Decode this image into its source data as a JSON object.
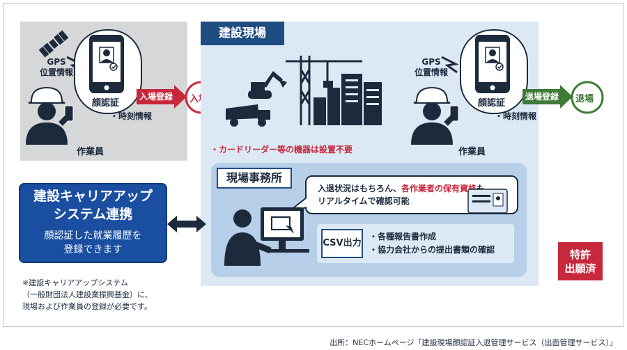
{
  "site": {
    "title": "建設現場",
    "no_reader_note": "・カードリーダー等の機器は設置不要"
  },
  "entry": {
    "gps": [
      "GPS",
      "位置情報"
    ],
    "face_auth": "顔認証",
    "time_info": "・時刻情報",
    "worker": "作業員",
    "arrow_label": "入場登録",
    "result": "入場",
    "arrow_color": "#c8283c"
  },
  "exit": {
    "gps": [
      "GPS",
      "位置情報"
    ],
    "face_auth": "顔認証",
    "time_info": "・時刻情報",
    "worker": "作業員",
    "arrow_label": "退場登録",
    "result": "退場",
    "arrow_color": "#3f7a37"
  },
  "career": {
    "title_lines": [
      "建設キャリアアップ",
      "システム連携"
    ],
    "desc_lines": [
      "顔認証した就業履歴を",
      "登録できます"
    ]
  },
  "footnote": [
    "※建設キャリアアップシステム",
    "（一般財団法人建設業振興基金）に、",
    "現場および作業員の登録が必要です。"
  ],
  "office": {
    "title": "現場事務所",
    "bubble_line1_a": "入退状況はもちろん、",
    "bubble_line1_b": "各作業者の保有資格",
    "bubble_line1_c": "も",
    "bubble_line2": "リアルタイムで確認可能",
    "csv_label": "CSV出力",
    "csv_items": [
      "・各種報告書作成",
      "・協力会社からの提出書類の確認"
    ]
  },
  "patent": [
    "特許",
    "出願済"
  ],
  "source": "出所：NECホームページ「建設現場顔認証入退管理サービス（出面管理サービス）」",
  "colors": {
    "navy": "#1c2a3c",
    "blue": "#1f4d82",
    "red": "#c8283c",
    "green": "#3f7a37"
  }
}
